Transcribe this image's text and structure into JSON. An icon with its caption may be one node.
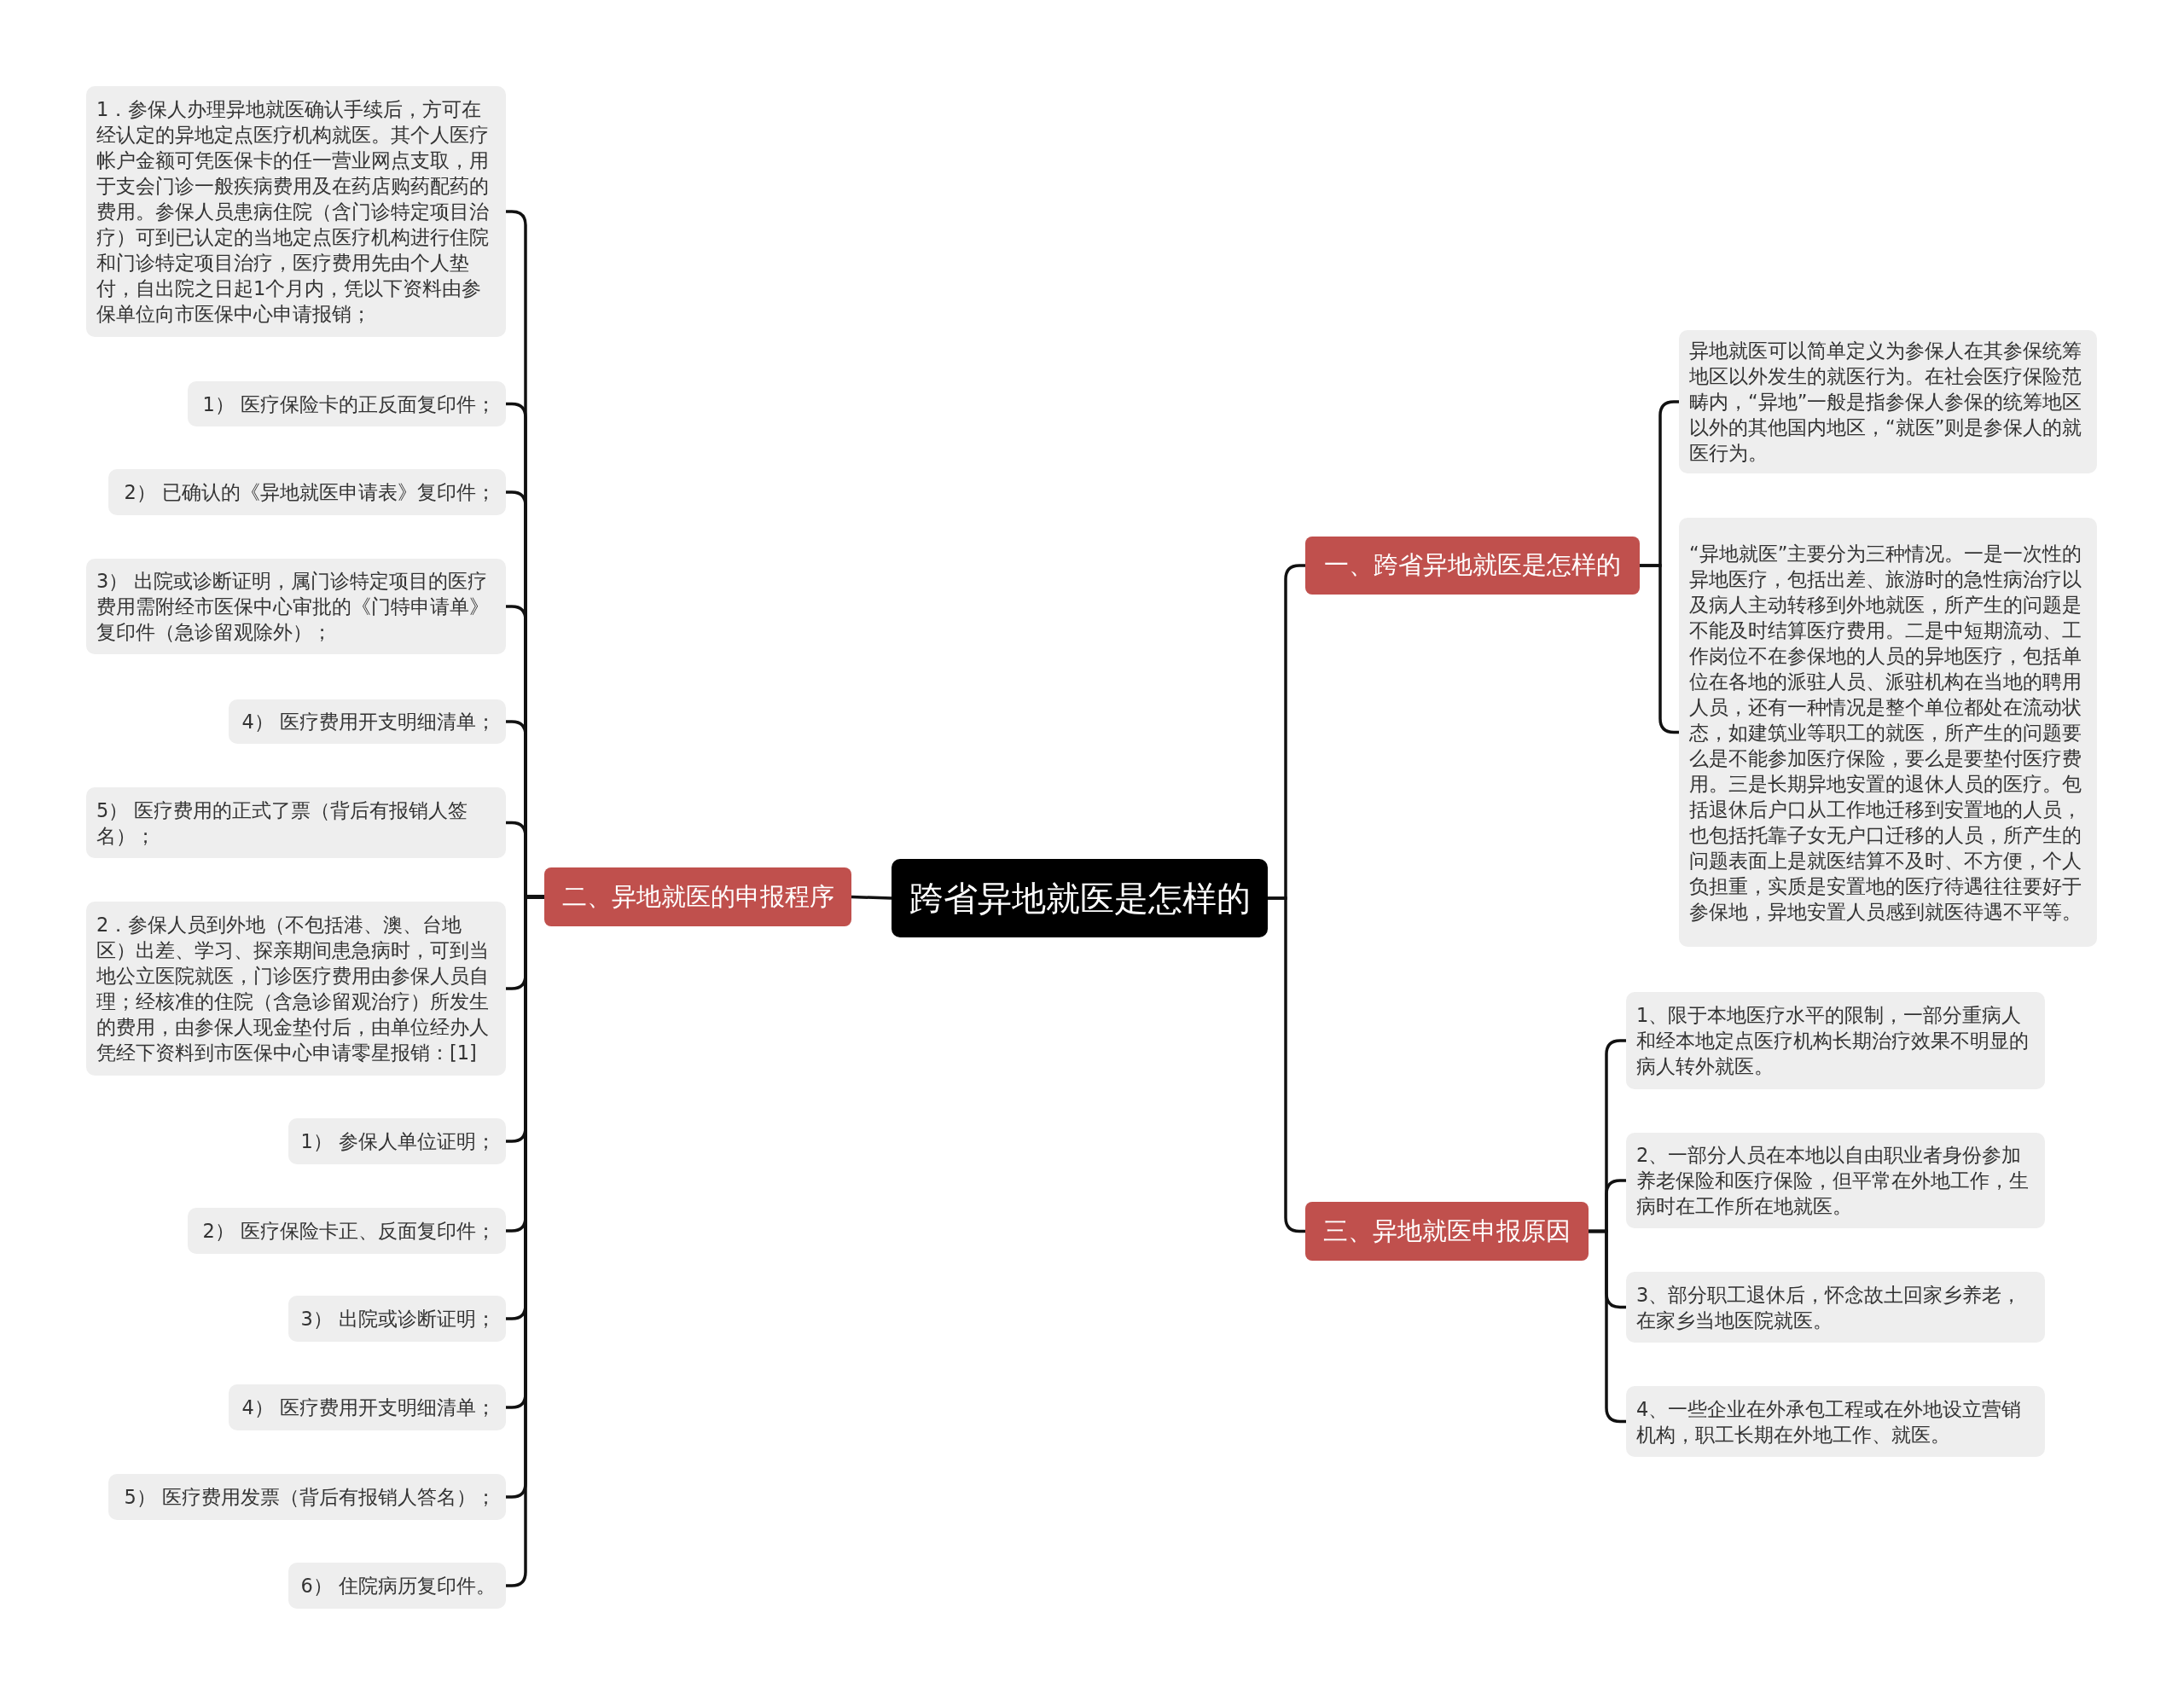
{
  "diagram": {
    "nodes": [
      {
        "text": [
          "跨省异地就医是怎样的"
        ]
      },
      {
        "text": [
          "一、跨省异地就医是怎样的"
        ]
      },
      {
        "text": [
          "异地就医可以简单定义为参保人在其参保统筹地区以外发生的就医行为。在社会医疗保险范畴内，“异地”一般是指参保人参保的统筹地区以外的其他国内地区，“就医”则是参保人的就医行为。"
        ]
      },
      {
        "text": [
          "“异地就医”主要分为三种情况。一是一次性的异地医疗，包括出差、旅游时的急性病治疗以及病人主动转移到外地就医，所产生的问题是不能及时结算医疗费用。二是中短期流动、工作岗位不在参保地的人员的异地医疗，包括单位在各地的派驻人员、派驻机构在当地的聘用人员，还有一种情况是整个单位都处在流动状态，如建筑业等职工的就医，所产生的问题要么是不能参加医疗保险，要么是要垫付医疗费用。三是长期异地安置的退休人员的医疗。包括退休后户口从工作地迁移到安置地的人员，也包括托靠子女无户口迁移的人员，所产生的问题表面上是就医结算不及时、不方便，个人负担重，实质是安置地的医疗待遇往往要好于参保地，异地安置人员感到就医待遇不平等。"
        ]
      },
      {
        "text": [
          "二、异地就医的申报程序"
        ]
      },
      {
        "text": [
          "1．参保人办理异地就医确认手续后，方可在经认定的异地定点医疗机构就医。其个人医疗帐户金额可凭医保卡的任一营业网点支取，用于支会门诊一般疾病费用及在药店购药配药的费用。参保人员患病住院（含门诊特定项目治疗）可到已认定的当地定点医疗机构进行住院和门诊特定项目治疗，医疗费用先由个人垫付，自出院之日起1个月内，凭以下资料由参保单位向市医保中心申请报销；"
        ]
      },
      {
        "text": [
          "1） 医疗保险卡的正反面复印件；"
        ]
      },
      {
        "text": [
          "2） 已确认的《异地就医申请表》复印件；"
        ]
      },
      {
        "text": [
          "3） 出院或诊断证明，属门诊特定项目的医疗费用需附经市医保中心审批的《门特申请单》复印件（急诊留观除外）；"
        ]
      },
      {
        "text": [
          "4） 医疗费用开支明细清单；"
        ]
      },
      {
        "text": [
          "5） 医疗费用的正式了票（背后有报销人签名）；"
        ]
      },
      {
        "text": [
          "2．参保人员到外地（不包括港、澳、台地区）出差、学习、探亲期间患急病时，可到当地公立医院就医，门诊医疗费用由参保人员自理；经核准的住院（含急诊留观治疗）所发生的费用，由参保人现金垫付后，由单位经办人凭经下资料到市医保中心申请零星报销：[1]"
        ]
      },
      {
        "text": [
          "1） 参保人单位证明；"
        ]
      },
      {
        "text": [
          "2） 医疗保险卡正、反面复印件；"
        ]
      },
      {
        "text": [
          "3） 出院或诊断证明；"
        ]
      },
      {
        "text": [
          "4） 医疗费用开支明细清单；"
        ]
      },
      {
        "text": [
          "5） 医疗费用发票（背后有报销人答名）；"
        ]
      },
      {
        "text": [
          "6） 住院病历复印件。"
        ]
      },
      {
        "text": [
          "三、异地就医申报原因"
        ]
      },
      {
        "text": [
          "1、限于本地医疗水平的限制，一部分重病人和经本地定点医疗机构长期治疗效果不明显的病人转外就医。"
        ]
      },
      {
        "text": [
          "2、一部分人员在本地以自由职业者身份参加养老保险和医疗保险，但平常在外地工作，生病时在工作所在地就医。"
        ]
      },
      {
        "text": [
          "3、部分职工退休后，怀念故土回家乡养老，在家乡当地医院就医。"
        ]
      },
      {
        "text": [
          "4、一些企业在外承包工程或在外地设立营销机构，职工长期在外地工作、就医。"
        ]
      }
    ],
    "edges": [
      {
        "from": 0,
        "to": 1,
        "arrow": "none"
      },
      {
        "from": 1,
        "to": 2,
        "arrow": "none"
      },
      {
        "from": 1,
        "to": 3,
        "arrow": "none"
      },
      {
        "from": 0,
        "to": 4,
        "arrow": "none"
      },
      {
        "from": 4,
        "to": 5,
        "arrow": "none"
      },
      {
        "from": 4,
        "to": 6,
        "arrow": "none"
      },
      {
        "from": 4,
        "to": 7,
        "arrow": "none"
      },
      {
        "from": 4,
        "to": 8,
        "arrow": "none"
      },
      {
        "from": 4,
        "to": 9,
        "arrow": "none"
      },
      {
        "from": 4,
        "to": 10,
        "arrow": "none"
      },
      {
        "from": 4,
        "to": 11,
        "arrow": "none"
      },
      {
        "from": 4,
        "to": 12,
        "arrow": "none"
      },
      {
        "from": 4,
        "to": 13,
        "arrow": "none"
      },
      {
        "from": 4,
        "to": 14,
        "arrow": "none"
      },
      {
        "from": 4,
        "to": 15,
        "arrow": "none"
      },
      {
        "from": 4,
        "to": 16,
        "arrow": "none"
      },
      {
        "from": 4,
        "to": 17,
        "arrow": "none"
      },
      {
        "from": 0,
        "to": 18,
        "arrow": "none"
      },
      {
        "from": 18,
        "to": 19,
        "arrow": "none"
      },
      {
        "from": 18,
        "to": 20,
        "arrow": "none"
      },
      {
        "from": 18,
        "to": 21,
        "arrow": "none"
      },
      {
        "from": 18,
        "to": 22,
        "arrow": "none"
      }
    ]
  }
}
